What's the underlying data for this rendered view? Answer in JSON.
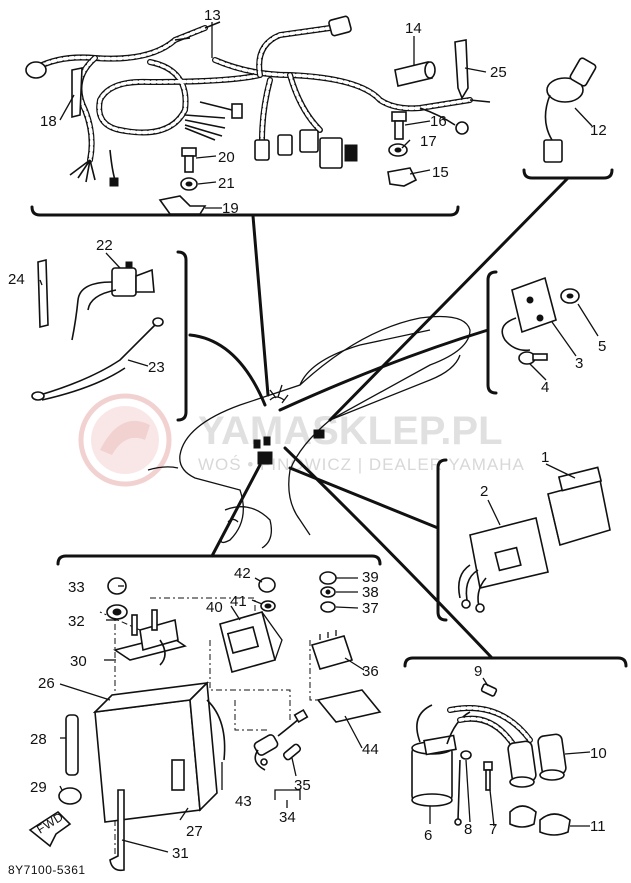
{
  "diagram": {
    "callouts": [
      "1",
      "2",
      "3",
      "4",
      "5",
      "6",
      "7",
      "8",
      "9",
      "10",
      "11",
      "12",
      "13",
      "14",
      "15",
      "16",
      "17",
      "18",
      "19",
      "20",
      "21",
      "22",
      "23",
      "24",
      "25",
      "26",
      "27",
      "28",
      "29",
      "30",
      "31",
      "32",
      "33",
      "34",
      "35",
      "36",
      "37",
      "38",
      "39",
      "40",
      "41",
      "42",
      "43",
      "44"
    ],
    "part_code": "8Y7100-5361",
    "fwd_label": "FWD"
  },
  "watermark": {
    "brand": "YAMASKLEP.PL",
    "tagline": "WOŚ • FINOWICZ | DEALER YAMAHA"
  },
  "colors": {
    "ink": "#111111",
    "watermark_gray": "#c8c8c8",
    "watermark_red": "#e39a9a"
  }
}
